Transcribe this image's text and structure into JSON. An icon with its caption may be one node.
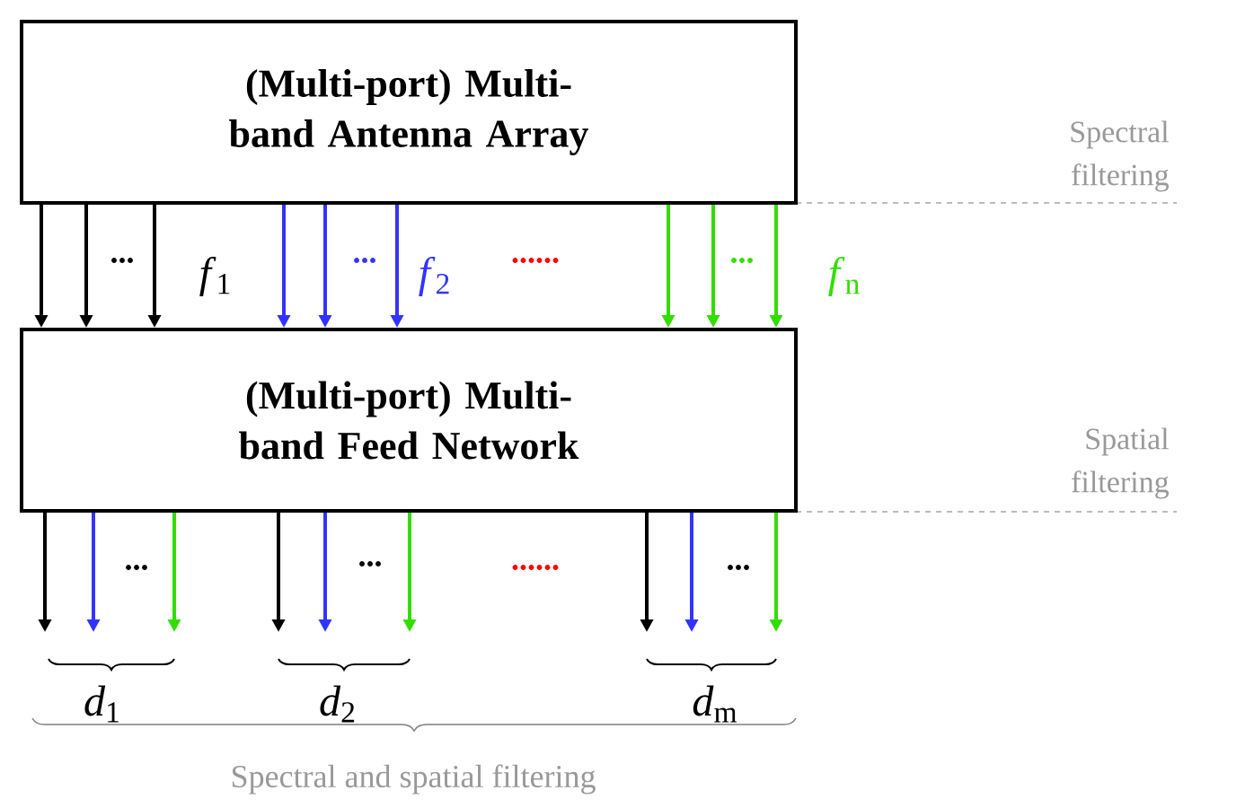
{
  "diagram": {
    "nodes": [
      {
        "text": [
          "(Multi-port) Multi-band Antenna Array"
        ]
      },
      {
        "text": [
          "(Multi-port) Multi-band Feed Network"
        ]
      }
    ],
    "edges": [
      {
        "from": 0,
        "to": 1,
        "arrow": "to"
      },
      {
        "from": 0,
        "to": 1,
        "arrow": "to"
      },
      {
        "from": 0,
        "to": 1,
        "arrow": "to"
      },
      {
        "from": 0,
        "to": 1,
        "arrow": "to",
        "color": "#3333ff"
      },
      {
        "from": 0,
        "to": 1,
        "arrow": "to",
        "color": "#3333ff"
      },
      {
        "from": 0,
        "to": 1,
        "arrow": "to",
        "color": "#3333ff"
      },
      {
        "from": 0,
        "to": 1,
        "arrow": "to",
        "color": "#33dd00"
      },
      {
        "from": 0,
        "to": 1,
        "arrow": "to",
        "color": "#33dd00"
      },
      {
        "from": 0,
        "to": 1,
        "arrow": "to",
        "color": "#33dd00"
      },
      {
        "from": 1,
        "to": null,
        "arrow": "to"
      },
      {
        "from": 1,
        "to": null,
        "arrow": "to",
        "color": "#3333ff"
      },
      {
        "from": 1,
        "to": null,
        "arrow": "to",
        "color": "#33dd00"
      },
      {
        "from": 1,
        "to": null,
        "arrow": "to"
      },
      {
        "from": 1,
        "to": null,
        "arrow": "to",
        "color": "#3333ff"
      },
      {
        "from": 1,
        "to": null,
        "arrow": "to",
        "color": "#33dd00"
      },
      {
        "from": 1,
        "to": null,
        "arrow": "to"
      },
      {
        "from": 1,
        "to": null,
        "arrow": "to",
        "color": "#3333ff"
      },
      {
        "from": 1,
        "to": null,
        "arrow": "to",
        "color": "#33dd00"
      }
    ],
    "labels": [
      "Spectral filtering",
      "...",
      "*f*$_{1}$",
      "...",
      "*f*$_{2}$",
      "......",
      "...",
      "*f*$_{n}$",
      "Spatial filtering",
      "...",
      "...",
      "......",
      "...",
      "*d*$_{1}$",
      "*d*$_{2}$",
      "*d*$_{m}$",
      "Spectral and spatial filtering"
    ]
  }
}
